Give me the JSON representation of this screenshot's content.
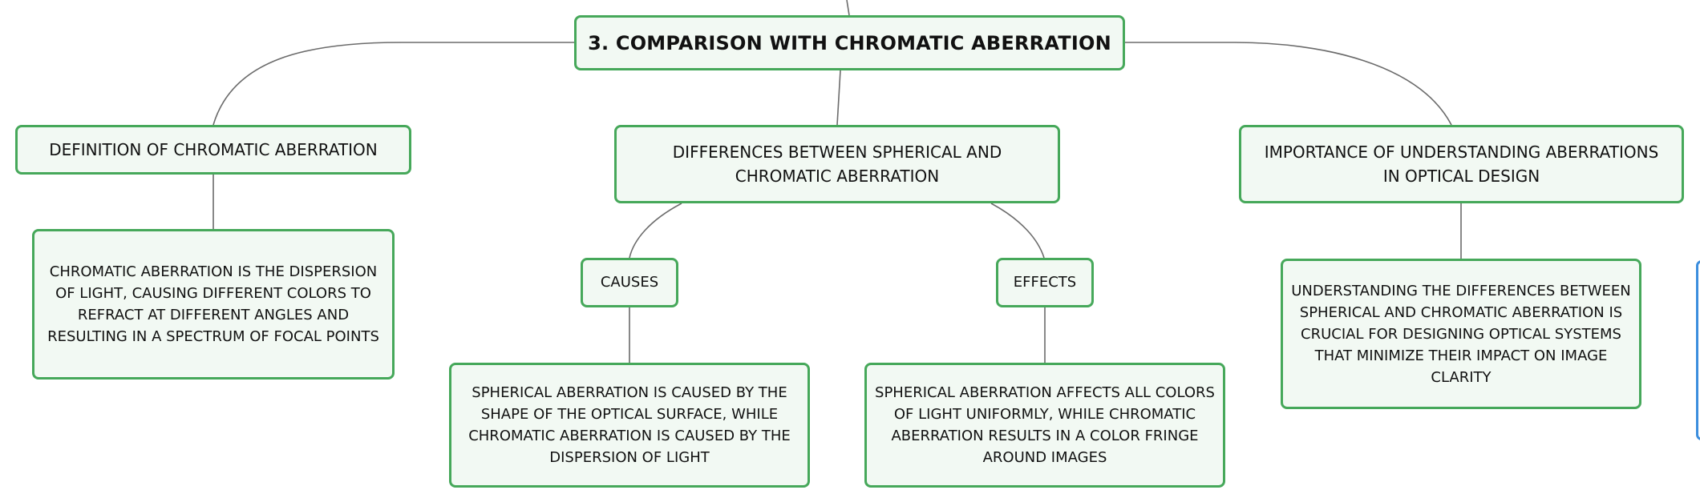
{
  "diagram": {
    "root": {
      "label": "3. COMPARISON WITH CHROMATIC ABERRATION"
    },
    "topics": [
      {
        "label": "DEFINITION OF CHROMATIC ABERRATION"
      },
      {
        "label": "DIFFERENCES BETWEEN SPHERICAL AND CHROMATIC ABERRATION"
      },
      {
        "label": "IMPORTANCE OF UNDERSTANDING ABERRATIONS IN OPTICAL DESIGN"
      }
    ],
    "subtopics": [
      {
        "label": "CAUSES"
      },
      {
        "label": "EFFECTS"
      }
    ],
    "leaves": [
      {
        "text": "CHROMATIC ABERRATION IS THE DISPERSION OF LIGHT, CAUSING DIFFERENT COLORS TO REFRACT AT DIFFERENT ANGLES AND RESULTING IN A SPECTRUM OF FOCAL POINTS"
      },
      {
        "text": "SPHERICAL ABERRATION IS CAUSED BY THE SHAPE OF THE OPTICAL SURFACE, WHILE CHROMATIC ABERRATION IS CAUSED BY THE DISPERSION OF LIGHT"
      },
      {
        "text": "SPHERICAL ABERRATION AFFECTS ALL COLORS OF LIGHT UNIFORMLY, WHILE CHROMATIC ABERRATION RESULTS IN A COLOR FRINGE AROUND IMAGES"
      },
      {
        "text": "UNDERSTANDING THE DIFFERENCES BETWEEN SPHERICAL AND CHROMATIC ABERRATION IS CRUCIAL FOR DESIGNING OPTICAL SYSTEMS THAT MINIMIZE THEIR IMPACT ON IMAGE CLARITY"
      }
    ]
  },
  "colors": {
    "node_border": "#46a85a",
    "node_fill": "#f2f9f3",
    "connector": "#6b6b6b",
    "edge_tab": "#3b8ede"
  }
}
